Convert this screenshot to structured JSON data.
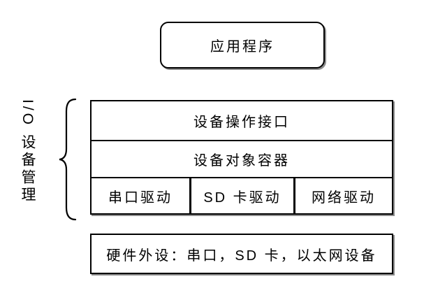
{
  "diagram": {
    "application": {
      "label": "应用程序"
    },
    "side_label": "I/O 设备管理",
    "stack": {
      "layers": [
        "设备操作接口",
        "设备对象容器"
      ],
      "drivers": [
        "串口驱动",
        "SD 卡驱动",
        "网络驱动"
      ]
    },
    "hardware": {
      "label": "硬件外设：串口，SD 卡，以太网设备"
    },
    "colors": {
      "line": "#000000",
      "text": "#000000",
      "background": "#ffffff"
    }
  }
}
